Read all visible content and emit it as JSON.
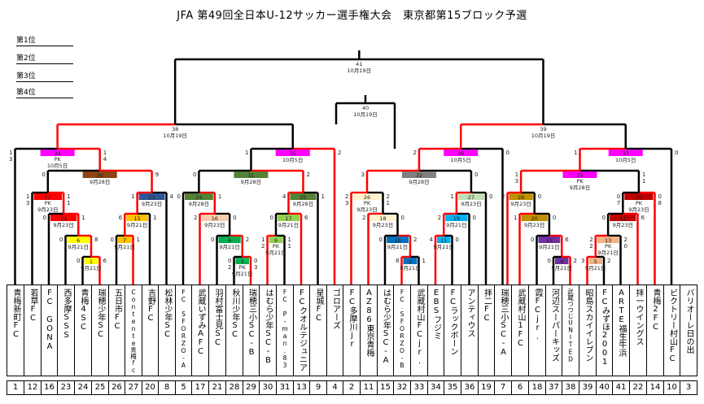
{
  "title": "JFA 第49回全日本U-12サッカー選手権大会　東京都第15ブロック予選",
  "ranks": [
    "第1位",
    "第2位",
    "第3位",
    "第4位"
  ],
  "teams": [
    {
      "name": "青梅新町FC",
      "no": "1"
    },
    {
      "name": "若草FC",
      "no": "12"
    },
    {
      "name": "FC GONA",
      "no": "16"
    },
    {
      "name": "西多摩SSS",
      "no": "23"
    },
    {
      "name": "青梅4SC",
      "no": "24"
    },
    {
      "name": "瑞穂少年SC",
      "no": "25"
    },
    {
      "name": "五日市FC",
      "no": "26"
    },
    {
      "name": "Contente青梅fc",
      "no": "27"
    },
    {
      "name": "吉野FC",
      "no": "20"
    },
    {
      "name": "松林少年SC",
      "no": "8"
    },
    {
      "name": "FC SFORZO-A",
      "no": "5"
    },
    {
      "name": "武蔵いずみAFC",
      "no": "17"
    },
    {
      "name": "羽村富士見SC",
      "no": "21"
    },
    {
      "name": "秋川少年SC",
      "no": "28"
    },
    {
      "name": "瑞穂三小SC-B",
      "no": "29"
    },
    {
      "name": "はむら少年SC-B",
      "no": "30"
    },
    {
      "name": "FC P-man.83",
      "no": "31"
    },
    {
      "name": "FCクオルテジュニア",
      "no": "13"
    },
    {
      "name": "星城FC",
      "no": "9"
    },
    {
      "name": "ゴロアーズ",
      "no": "4"
    },
    {
      "name": "FC多摩川jr",
      "no": "2"
    },
    {
      "name": "AZ86東京青梅",
      "no": "11"
    },
    {
      "name": "はむら少年SC-A",
      "no": "15"
    },
    {
      "name": "FC.SFORZO-B",
      "no": "32"
    },
    {
      "name": "武蔵村山FCjr.",
      "no": "33"
    },
    {
      "name": "EBSフジミ",
      "no": "34"
    },
    {
      "name": "FCラックボーン",
      "no": "35"
    },
    {
      "name": "アンティウス",
      "no": "36"
    },
    {
      "name": "拝二FC",
      "no": "19"
    },
    {
      "name": "瑞穂三小SC-A",
      "no": "7"
    },
    {
      "name": "武蔵村山1FC",
      "no": "6"
    },
    {
      "name": "霞FCjr.",
      "no": "18"
    },
    {
      "name": "河辺スーパーキッズ",
      "no": "37"
    },
    {
      "name": "武蔵つつじUNITED",
      "no": "38"
    },
    {
      "name": "昭島スカイイレブン",
      "no": "39"
    },
    {
      "name": "FCみずほ2001",
      "no": "40"
    },
    {
      "name": "ARTE福生牛浜",
      "no": "41"
    },
    {
      "name": "拝一ウイングス",
      "no": "22"
    },
    {
      "name": "青梅2FC",
      "no": "14"
    },
    {
      "name": "ビクトリー村山FC",
      "no": "10"
    },
    {
      "name": "バリオーレ日の出",
      "no": "3"
    }
  ],
  "matches": [
    {
      "id": "41",
      "date": "10月19日",
      "color": ""
    },
    {
      "id": "40",
      "date": "10月19日",
      "color": ""
    },
    {
      "id": "38",
      "date": "10月19日",
      "color": ""
    },
    {
      "id": "39",
      "date": "10月19日",
      "color": ""
    },
    {
      "id": "34",
      "date": "10月5日",
      "pk": "PK",
      "color": "#ff00ff",
      "scoreL": "1",
      "pkL": "3",
      "scoreR": "1",
      "pkR": "4"
    },
    {
      "id": "35",
      "date": "10月5日",
      "color": "#ff00ff",
      "scoreL": "1",
      "scoreR": "2"
    },
    {
      "id": "36",
      "date": "10月5日",
      "color": "#ff00ff",
      "scoreL": "2",
      "scoreR": "0"
    },
    {
      "id": "37",
      "date": "10月5日",
      "color": "#ff00ff",
      "scoreL": "1",
      "scoreR": "0"
    },
    {
      "id": "30",
      "date": "9月28日",
      "color": "#8b4513",
      "scoreL": "0",
      "scoreR": "9"
    },
    {
      "id": "31",
      "date": "9月28日",
      "color": "#548235",
      "scoreL": "0",
      "scoreR": "2"
    },
    {
      "id": "32",
      "date": "9月28日",
      "color": "#808080",
      "scoreL": "3",
      "scoreR": "0"
    },
    {
      "id": "33",
      "date": "9月28日",
      "pk": "PK",
      "color": "#ff00ff",
      "scoreL": "1",
      "pkL": "3",
      "scoreR": "1",
      "pkR": "1"
    },
    {
      "id": "22",
      "date": "9月23日",
      "pk": "PK",
      "color": "#ff0000",
      "scoreL": "1",
      "pkL": "3",
      "scoreR": "1",
      "pkR": "1"
    },
    {
      "id": "23",
      "date": "9月23日",
      "color": "#2f5597",
      "scoreL": "1",
      "scoreR": "4"
    },
    {
      "id": "24",
      "date": "9月28日",
      "color": "#548235",
      "scoreL": "0",
      "scoreR": "1"
    },
    {
      "id": "25",
      "date": "9月28日",
      "color": "#548235",
      "scoreL": "4",
      "scoreR": "1"
    },
    {
      "id": "26",
      "date": "9月23日",
      "pk": "PK",
      "color": "#fff2cc",
      "scoreL": "2",
      "pkL": "3",
      "scoreR": "2",
      "pkR": "1"
    },
    {
      "id": "27",
      "date": "9月23日",
      "color": "#c5e0b4",
      "scoreL": "1",
      "scoreR": "0"
    },
    {
      "id": "28",
      "date": "9月23日",
      "color": "#bf9000",
      "scoreL": "2",
      "scoreR": "0"
    },
    {
      "id": "29",
      "date": "9月23日",
      "pk": "PK",
      "color": "#c00000",
      "scoreL": "0",
      "pkL": "7",
      "scoreR": "0",
      "pkR": "8"
    },
    {
      "id": "14",
      "date": "9月23日",
      "color": "#ff0000",
      "scoreL": "0",
      "scoreR": "1"
    },
    {
      "id": "15",
      "date": "9月21日",
      "color": "#ffc000",
      "scoreL": "6",
      "scoreR": "1"
    },
    {
      "id": "16",
      "date": "9月23日",
      "color": "#f8cbad",
      "scoreL": "2",
      "scoreR": "0"
    },
    {
      "id": "17",
      "date": "9月21日",
      "color": "#92d050",
      "scoreL": "0",
      "scoreR": "6"
    },
    {
      "id": "18",
      "date": "9月23日",
      "color": "#fff2cc",
      "scoreL": "2",
      "scoreR": "0"
    },
    {
      "id": "19",
      "date": "9月21日",
      "color": "#00b0f0",
      "scoreL": "2",
      "scoreR": "0"
    },
    {
      "id": "20",
      "date": "9月23日",
      "color": "#bf9000",
      "scoreL": "1",
      "scoreR": "0"
    },
    {
      "id": "21",
      "date": "9月23日",
      "color": "#c00000",
      "scoreL": "0",
      "scoreR": "6"
    },
    {
      "id": "6",
      "date": "9月21日",
      "color": "#ffff00",
      "scoreL": "0",
      "scoreR": "8"
    },
    {
      "id": "7",
      "date": "9月21日",
      "color": "#ffc000",
      "scoreL": "0",
      "scoreR": "1"
    },
    {
      "id": "8",
      "date": "9月21日",
      "color": "#00b050",
      "scoreL": "0",
      "scoreR": "2"
    },
    {
      "id": "9",
      "date": "9月21日",
      "pk": "PK",
      "color": "#92d050",
      "scoreL": "1",
      "pkL": "2",
      "scoreR": "1",
      "pkR": "1"
    },
    {
      "id": "10",
      "date": "9月21日",
      "color": "#0070c0",
      "scoreL": "0",
      "scoreR": "2"
    },
    {
      "id": "11",
      "date": "9月21日",
      "color": "#00b0f0",
      "scoreL": "4",
      "scoreR": "0"
    },
    {
      "id": "12",
      "date": "9月21日",
      "color": "#7030a0",
      "scoreL": "0",
      "scoreR": "6"
    },
    {
      "id": "13",
      "date": "9月21日",
      "pk": "PK",
      "color": "#f4b183",
      "scoreL": "2",
      "pkL": "2",
      "scoreR": "2",
      "pkR": "0"
    },
    {
      "id": "1",
      "date": "9月21日",
      "color": "#ffff00",
      "scoreL": "0",
      "scoreR": "6"
    },
    {
      "id": "2",
      "date": "9月21日",
      "pk": "PK",
      "color": "#00b050",
      "scoreL": "0",
      "pkL": "2",
      "scoreR": "0",
      "pkR": "3"
    },
    {
      "id": "3",
      "date": "9月21日",
      "color": "#0070c0",
      "scoreL": "8",
      "scoreR": "1"
    },
    {
      "id": "4",
      "date": "9月21日",
      "color": "#7030a0",
      "scoreL": "0",
      "scoreR": "2"
    },
    {
      "id": "5",
      "date": "9月21日",
      "color": "#f4b183",
      "scoreL": "3",
      "scoreR": "2"
    }
  ]
}
